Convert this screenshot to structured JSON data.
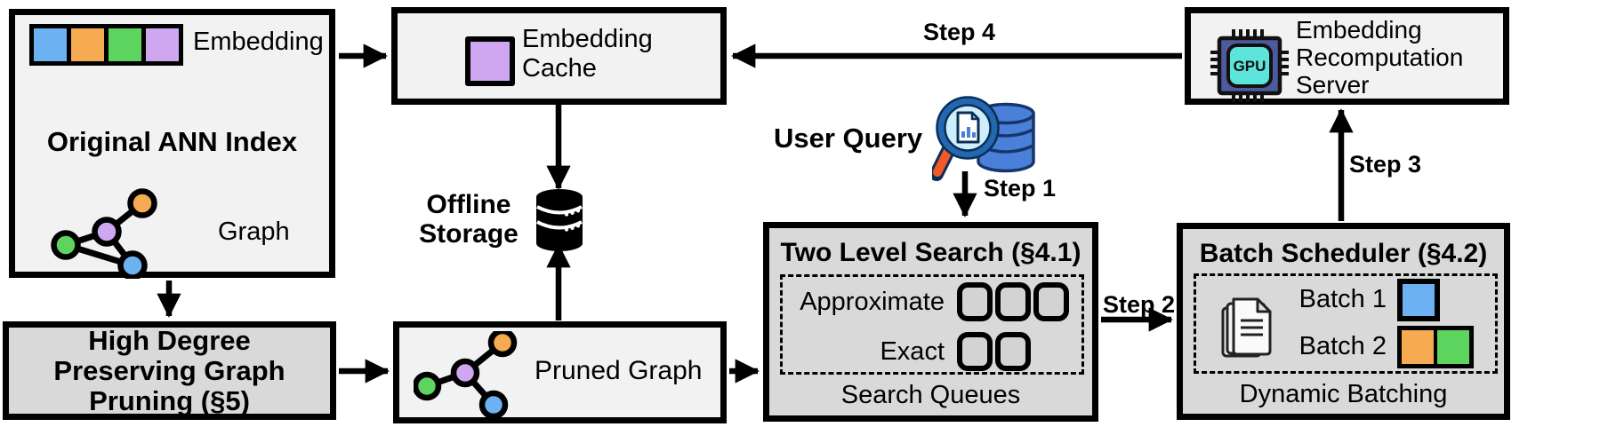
{
  "diagram": {
    "boxes": {
      "original_ann_index": {
        "title": "Original ANN Index",
        "embedding_label": "Embedding",
        "graph_label": "Graph"
      },
      "embedding_cache": {
        "title": "Embedding Cache"
      },
      "recomputation_server": {
        "title": "Embedding Recomputation Server"
      },
      "high_degree_pruning": {
        "title": "High Degree Preserving Graph Pruning (§5)"
      },
      "pruned_graph": {
        "label": "Pruned Graph"
      },
      "two_level_search": {
        "title": "Two Level Search (§4.1)",
        "approximate_label": "Approximate",
        "exact_label": "Exact",
        "approximate_queue_count": 3,
        "exact_queue_count": 2,
        "caption": "Search Queues"
      },
      "batch_scheduler": {
        "title": "Batch Scheduler (§4.2)",
        "batch1_label": "Batch 1",
        "batch2_label": "Batch 2",
        "caption": "Dynamic Batching"
      }
    },
    "floating_labels": {
      "offline_storage": "Offline Storage",
      "user_query": "User Query",
      "gpu_chip_text": "GPU"
    },
    "step_labels": {
      "step1": "Step 1",
      "step2": "Step 2",
      "step3": "Step 3",
      "step4": "Step 4"
    },
    "colors": {
      "box_light": "#f2f2f2",
      "box_dark": "#d9d9d9",
      "ink": "#000000",
      "embedding_blue": "#6cb1f2",
      "embedding_orange": "#f6ab52",
      "embedding_green": "#5dd45d",
      "embedding_purple": "#cfa7f0",
      "queue_fill": "#d3d3d3",
      "gpu_chip": "#4d5b9e",
      "gpu_core": "#5ce5da",
      "query_db_blue": "#4a80d9",
      "query_db_outline": "#16366b",
      "query_lens": "#cdeefa",
      "query_ring": "#2268b0",
      "query_handle": "#f15a29"
    }
  }
}
